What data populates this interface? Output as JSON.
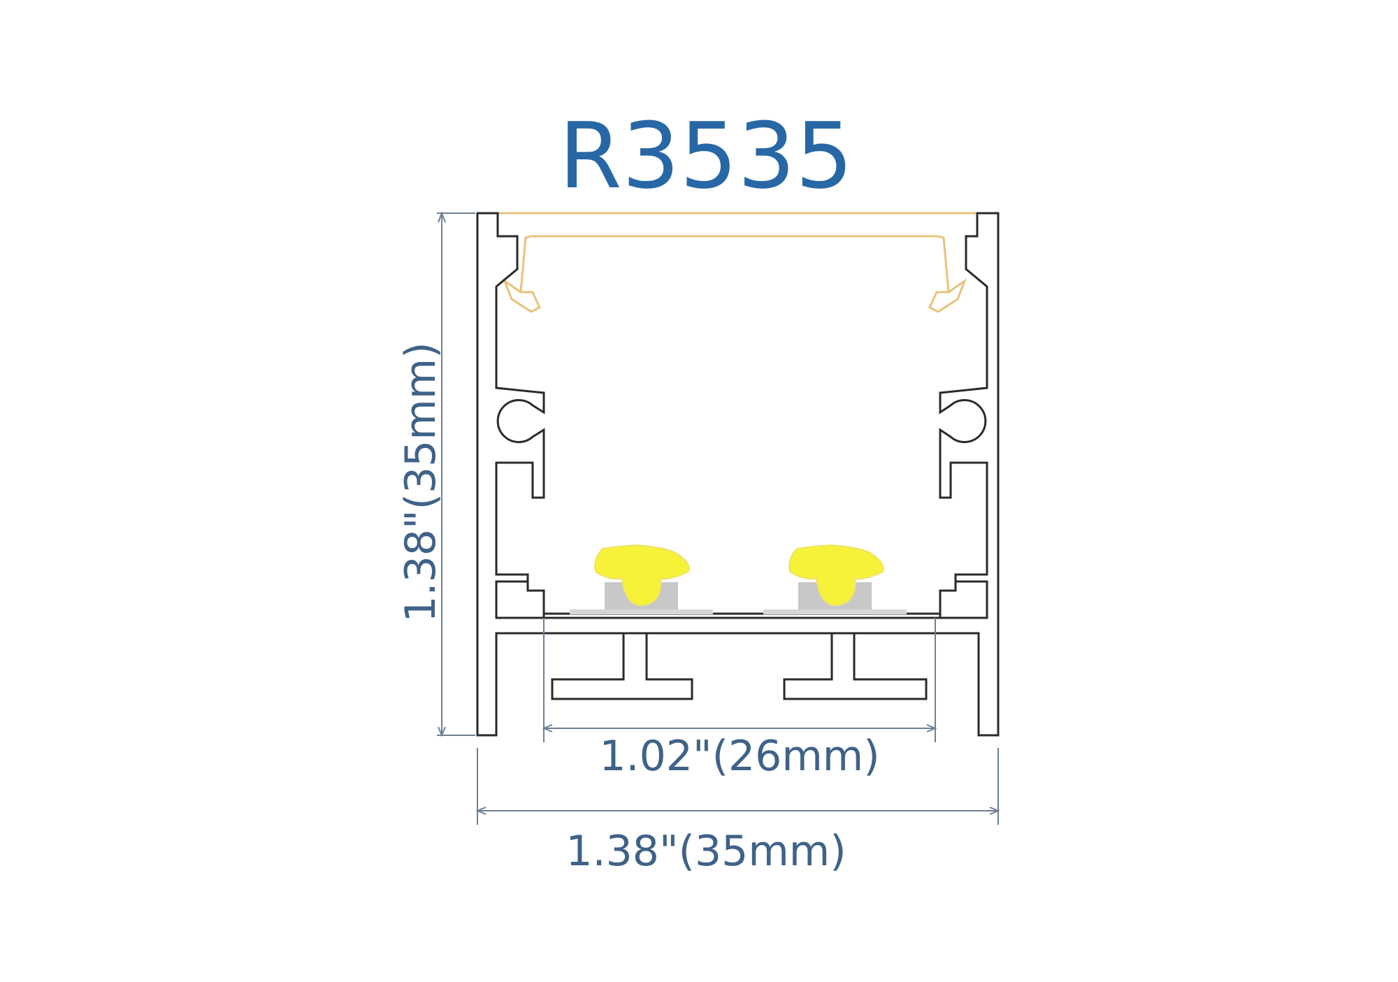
{
  "title": "R3535",
  "dimensions": {
    "height_label": "1.38\"(35mm)",
    "inner_width_label": "1.02\"(26mm)",
    "outer_width_label": "1.38\"(35mm)"
  },
  "colors": {
    "title": "#2767a6",
    "dimension_text": "#3f6288",
    "profile_stroke": "#2a2a2a",
    "diffuser": "#e8c27a",
    "led_glow": "#f6f23a",
    "led_base": "#c8c8c8",
    "dimension_line": "#6d7f93"
  }
}
